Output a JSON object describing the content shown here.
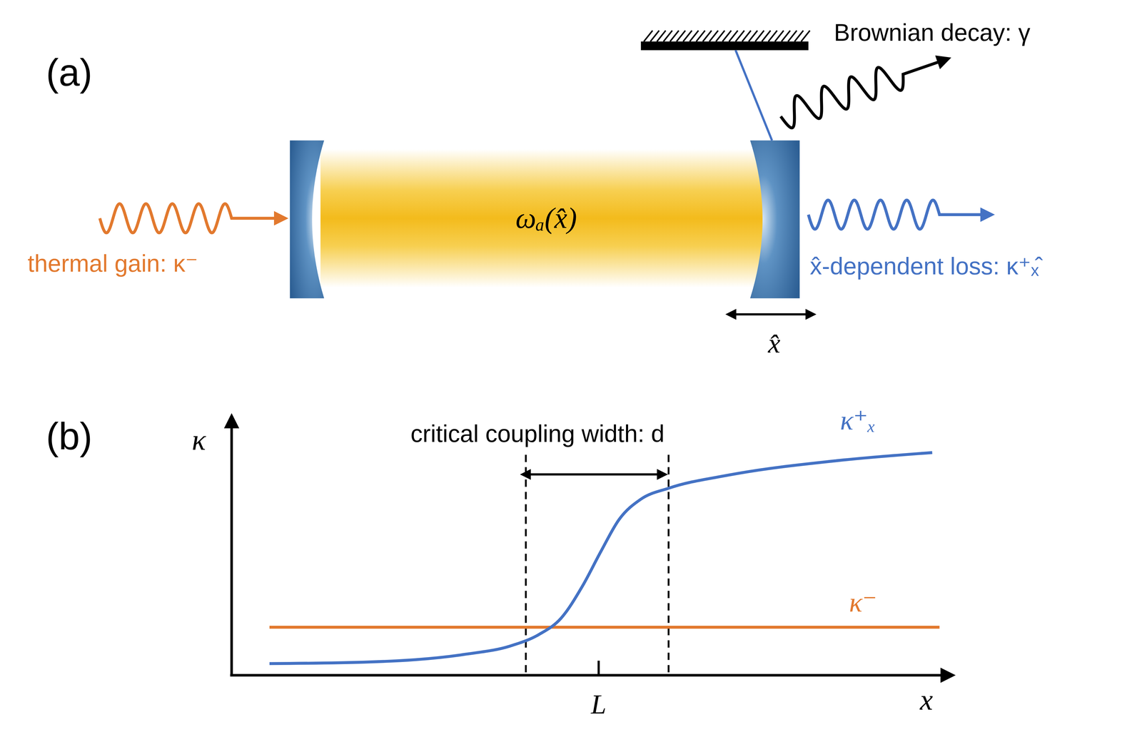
{
  "diagram": {
    "labels": [
      "(a)",
      "Brownian decay: γ",
      "ωₐ(x̂)",
      "thermal gain: κ⁻",
      "x̂-dependent loss: κ⁺ₓ̂",
      "x̂",
      "(b)",
      "κ",
      "critical coupling width: d",
      "κ⁺ₓ",
      "κ⁻",
      "L",
      "x"
    ]
  }
}
